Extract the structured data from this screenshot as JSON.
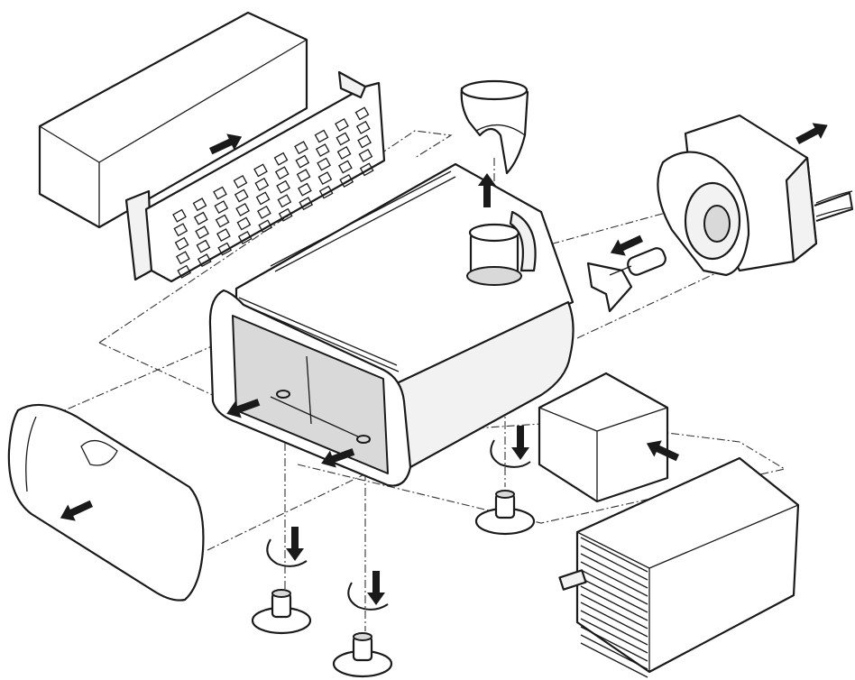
{
  "diagram": {
    "parts": [
      "foam-block",
      "filter-grid",
      "outlet-nozzle",
      "pump-motor",
      "impeller",
      "filter-housing",
      "front-cover",
      "sponge-cube",
      "bio-media-block",
      "suction-cup"
    ],
    "colors": {
      "line": "#1a1a1a",
      "background": "#ffffff",
      "shade": "#f2f2f2"
    }
  }
}
